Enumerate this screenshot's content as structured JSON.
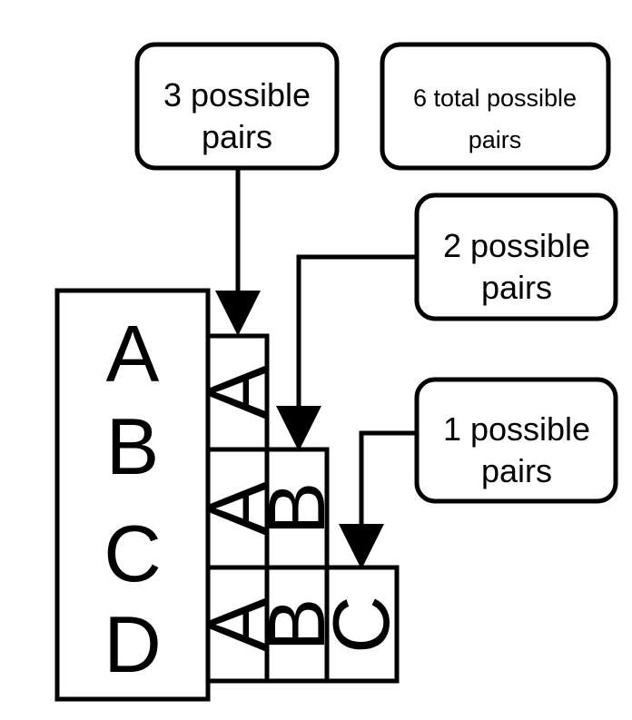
{
  "callouts": {
    "three": {
      "line1": "3 possible",
      "line2": "pairs"
    },
    "total": {
      "line1": "6 total possible",
      "line2": "pairs"
    },
    "two": {
      "line1": "2 possible",
      "line2": "pairs"
    },
    "one": {
      "line1": "1 possible",
      "line2": "pairs"
    }
  },
  "items": [
    "A",
    "B",
    "C",
    "D"
  ],
  "pair_columns": [
    {
      "letters": [
        "A",
        "A",
        "A"
      ]
    },
    {
      "letters": [
        "B",
        "B"
      ]
    },
    {
      "letters": [
        "C"
      ]
    }
  ]
}
